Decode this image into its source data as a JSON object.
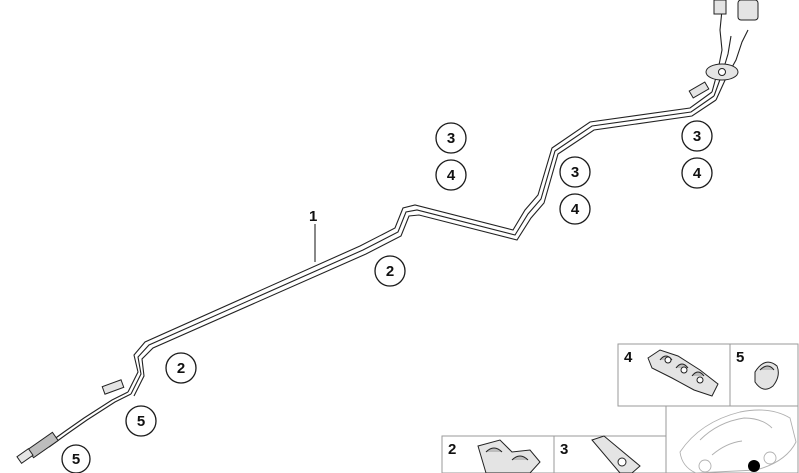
{
  "callouts": {
    "c1": "1",
    "c2a": "2",
    "c2b": "2",
    "c3a": "3",
    "c3b": "3",
    "c3c": "3",
    "c4a": "4",
    "c4b": "4",
    "c4c": "4",
    "c5a": "5",
    "c5b": "5"
  },
  "panels": {
    "clip4": "4",
    "clip5": "5",
    "clip2": "2",
    "clip3": "3"
  }
}
